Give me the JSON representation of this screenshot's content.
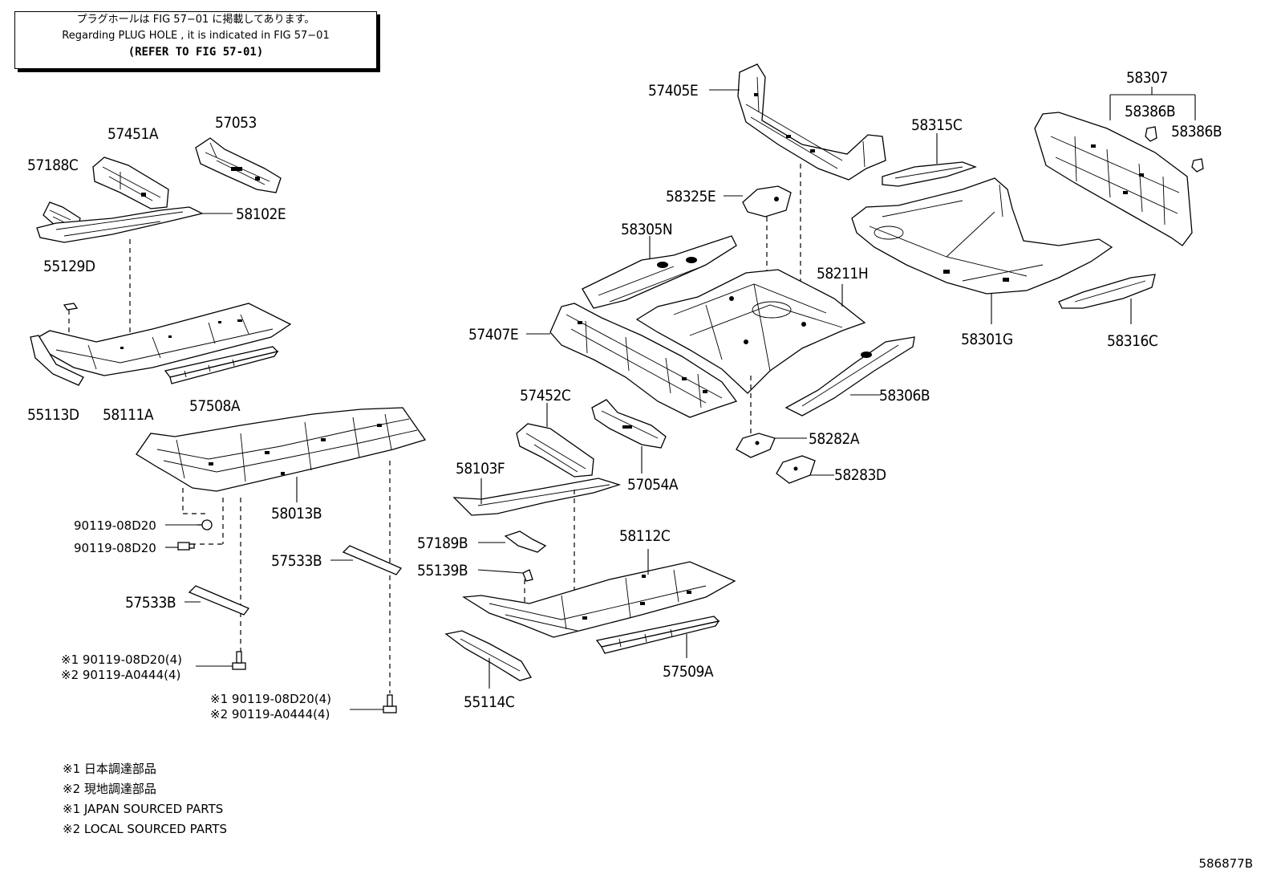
{
  "note_box": {
    "line1": "プラグホールは FIG 57−01 に掲載してあります。",
    "line2": "Regarding PLUG HOLE , it is indicated in FIG 57−01",
    "line3": "(REFER TO FIG 57-01)"
  },
  "labels": {
    "p57405E": "57405E",
    "p58307": "58307",
    "p58386B_1": "58386B",
    "p58386B_2": "58386B",
    "p58315C": "58315C",
    "p58325E": "58325E",
    "p58305N": "58305N",
    "p58211H": "58211H",
    "p58301G": "58301G",
    "p58316C": "58316C",
    "p57407E": "57407E",
    "p58306B": "58306B",
    "p57452C": "57452C",
    "p58282A": "58282A",
    "p58283D": "58283D",
    "p57054A": "57054A",
    "p58103F": "58103F",
    "p57189B": "57189B",
    "p58112C": "58112C",
    "p55139B": "55139B",
    "p57509A": "57509A",
    "p55114C": "55114C",
    "p57451A": "57451A",
    "p57053": "57053",
    "p57188C": "57188C",
    "p58102E": "58102E",
    "p55129D": "55129D",
    "p55113D": "55113D",
    "p58111A": "58111A",
    "p57508A": "57508A",
    "p58013B": "58013B",
    "p90119_1": "90119-08D20",
    "p90119_2": "90119-08D20",
    "p57533B_1": "57533B",
    "p57533B_2": "57533B",
    "bolt1_a": "※1 90119-08D20(4)",
    "bolt1_b": "※2 90119-A0444(4)",
    "bolt2_a": "※1 90119-08D20(4)",
    "bolt2_b": "※2 90119-A0444(4)"
  },
  "legend": {
    "l1": "※1 日本調達部品",
    "l2": "※2 現地調達部品",
    "l3": "※1 JAPAN SOURCED PARTS",
    "l4": "※2 LOCAL SOURCED PARTS"
  },
  "figure_number": "586877B"
}
